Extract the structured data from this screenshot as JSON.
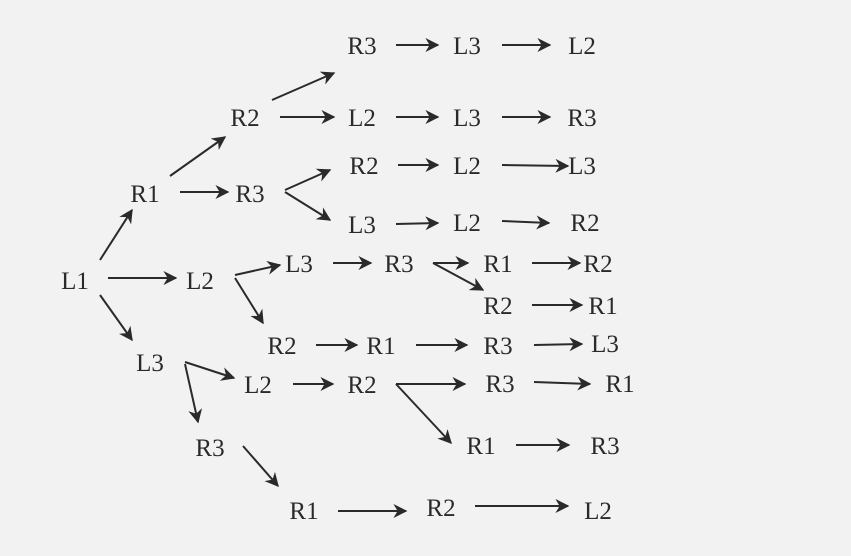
{
  "nodes": [
    "L1",
    "R1",
    "L2",
    "L3",
    "R2",
    "R3",
    "R3",
    "L3",
    "L2",
    "L2",
    "L3",
    "R3",
    "R2",
    "L2",
    "L3",
    "L3",
    "L2",
    "R2",
    "L3",
    "R3",
    "R1",
    "R2",
    "R2",
    "R1",
    "R2",
    "R1",
    "R3",
    "L3",
    "L2",
    "R2",
    "R3",
    "R1",
    "R1",
    "R3",
    "R3",
    "R1",
    "R2",
    "L2"
  ],
  "colors": {
    "background": "#f2f2f2",
    "ink": "#2a2a2a"
  }
}
